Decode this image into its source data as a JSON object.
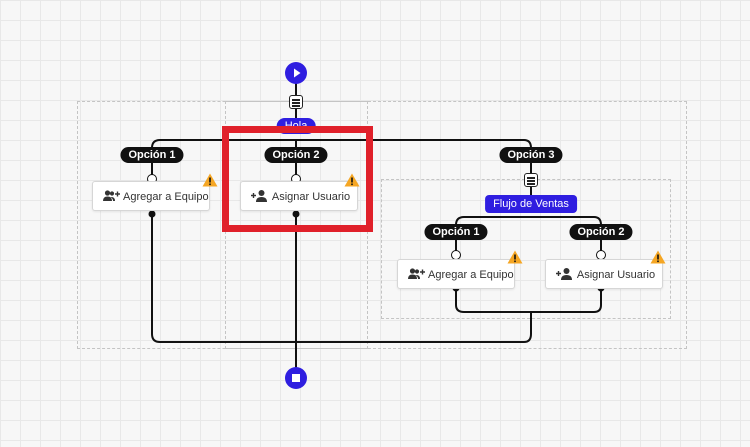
{
  "flow": {
    "top_label": "Hola",
    "options": [
      {
        "pill": "Opción 1",
        "card_label": "Agregar a Equipo",
        "icon": "add-group-icon",
        "warning": true
      },
      {
        "pill": "Opción 2",
        "card_label": "Asignar Usuario",
        "icon": "add-user-icon",
        "warning": true
      },
      {
        "pill": "Opción 3"
      }
    ],
    "sub_flow": {
      "label": "Flujo de Ventas",
      "options": [
        {
          "pill": "Opción 1",
          "card_label": "Agregar a Equipo",
          "icon": "add-group-icon",
          "warning": true
        },
        {
          "pill": "Opción 2",
          "card_label": "Asignar Usuario",
          "icon": "add-user-icon",
          "warning": true
        }
      ]
    }
  },
  "colors": {
    "accent": "#2f1ee0",
    "highlight": "#e0202a",
    "warning": "#f5a623",
    "connector": "#111111"
  }
}
